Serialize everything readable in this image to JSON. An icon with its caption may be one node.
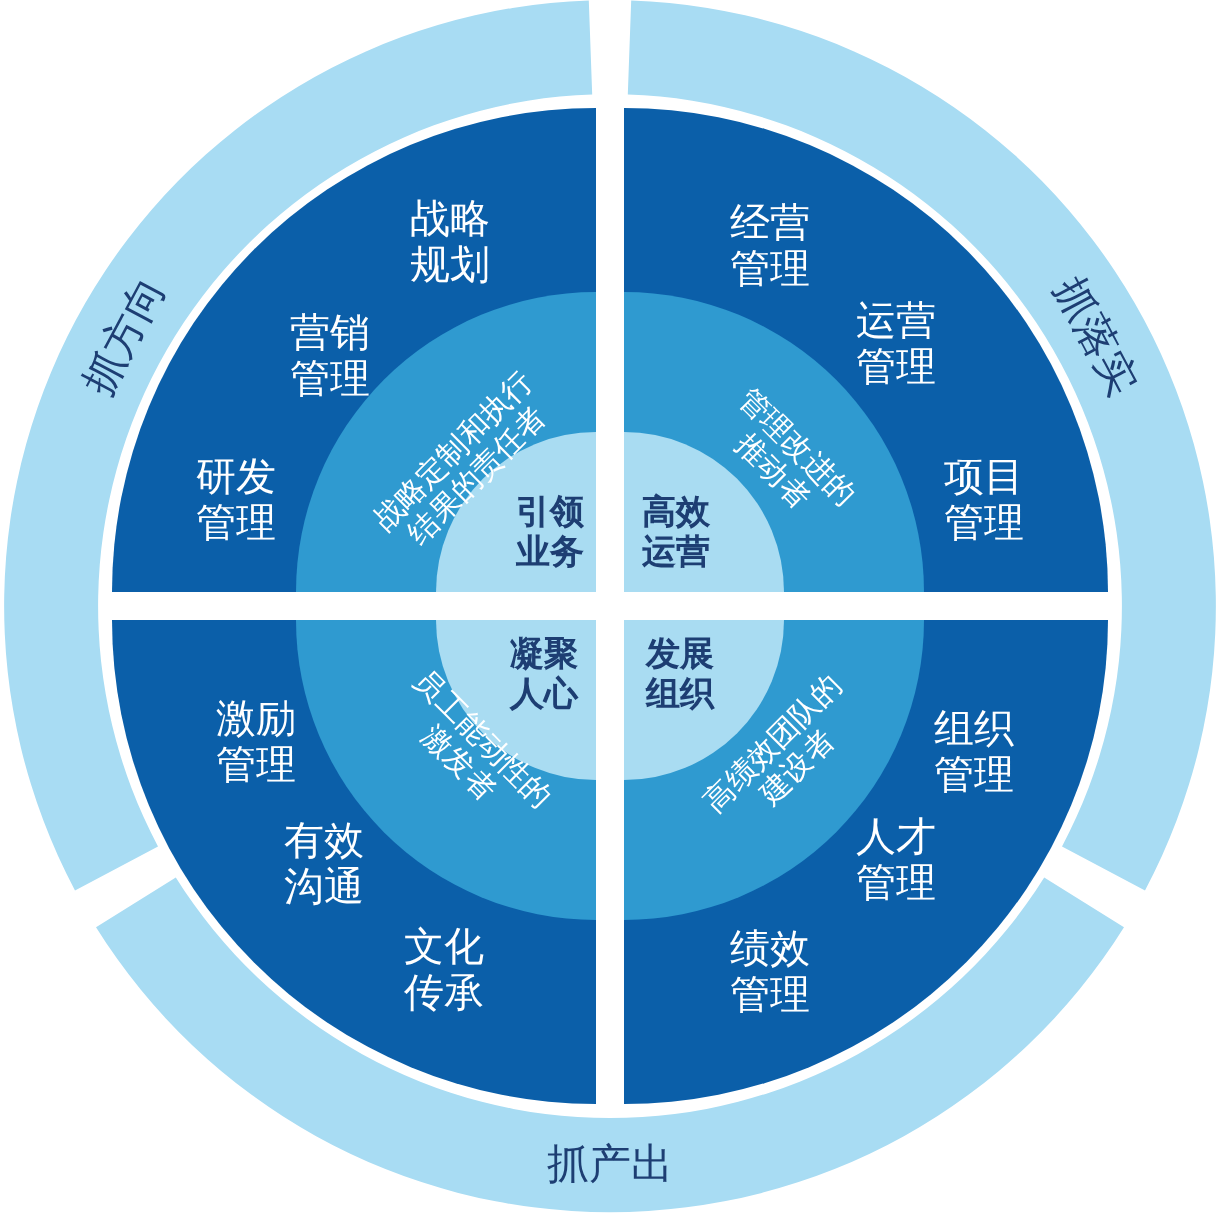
{
  "diagram": {
    "nodes": [
      {
        "text": [
          "抓方向"
        ]
      },
      {
        "text": [
          "抓落实"
        ]
      },
      {
        "text": [
          "抓产出"
        ]
      },
      {
        "text": [
          "战略规划",
          "营销管理",
          "研发管理"
        ]
      },
      {
        "text": [
          "战略定制和执行结果的责任者"
        ],
        "in": 3
      },
      {
        "text": [
          "引领业务"
        ],
        "in": 4
      },
      {
        "text": [
          "经营管理",
          "运营管理",
          "项目管理"
        ]
      },
      {
        "text": [
          "管理改进的推动者"
        ],
        "in": 6
      },
      {
        "text": [
          "高效运营"
        ],
        "in": 7
      },
      {
        "text": [
          "激励管理",
          "有效沟通",
          "文化传承"
        ]
      },
      {
        "text": [
          "员工能动性的激发者"
        ],
        "in": 9
      },
      {
        "text": [
          "凝聚人心"
        ],
        "in": 10
      },
      {
        "text": [
          "组织管理",
          "人才管理",
          "绩效管理"
        ]
      },
      {
        "text": [
          "高绩效团队的建设者"
        ],
        "in": 12
      },
      {
        "text": [
          "发展组织"
        ],
        "in": 13
      }
    ],
    "edges": []
  }
}
